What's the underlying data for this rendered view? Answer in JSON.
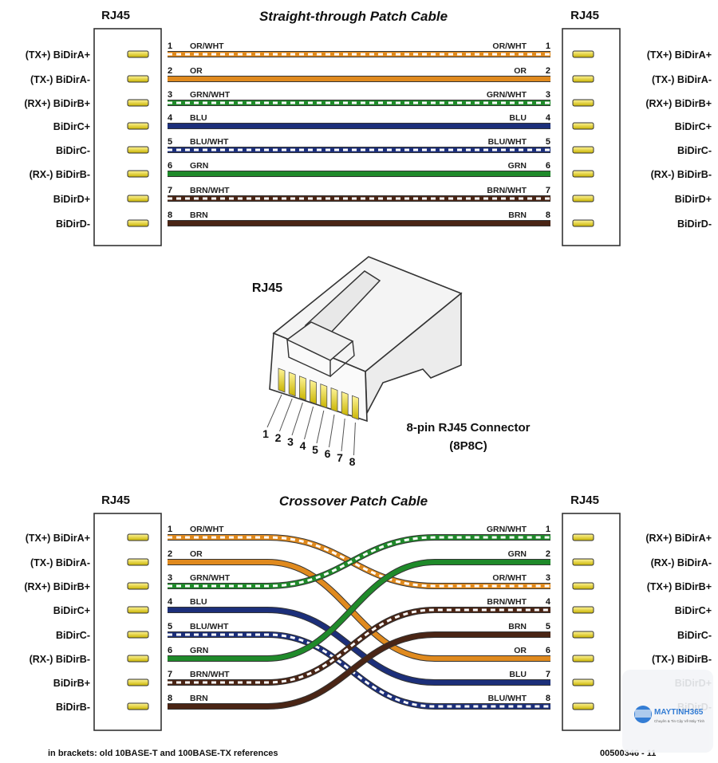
{
  "straight": {
    "title": "Straight-through Patch Cable",
    "left_header": "RJ45",
    "right_header": "RJ45",
    "left_signals": [
      "(TX+) BiDirA+",
      "(TX-) BiDirA-",
      "(RX+) BiDirB+",
      "BiDirC+",
      "BiDirC-",
      "(RX-) BiDirB-",
      "BiDirD+",
      "BiDirD-"
    ],
    "right_signals": [
      "(TX+) BiDirA+",
      "(TX-) BiDirA-",
      "(RX+) BiDirB+",
      "BiDirC+",
      "BiDirC-",
      "(RX-) BiDirB-",
      "BiDirD+",
      "BiDirD-"
    ],
    "wires": [
      {
        "pin": "1",
        "label": "OR/WHT",
        "rpin": "1",
        "rlabel": "OR/WHT",
        "color": "#e08a1e",
        "stripe": true
      },
      {
        "pin": "2",
        "label": "OR",
        "rpin": "2",
        "rlabel": "OR",
        "color": "#e08a1e",
        "stripe": false
      },
      {
        "pin": "3",
        "label": "GRN/WHT",
        "rpin": "3",
        "rlabel": "GRN/WHT",
        "color": "#1f8a2a",
        "stripe": true
      },
      {
        "pin": "4",
        "label": "BLU",
        "rpin": "4",
        "rlabel": "BLU",
        "color": "#1c2f7a",
        "stripe": false
      },
      {
        "pin": "5",
        "label": "BLU/WHT",
        "rpin": "5",
        "rlabel": "BLU/WHT",
        "color": "#1c2f7a",
        "stripe": true
      },
      {
        "pin": "6",
        "label": "GRN",
        "rpin": "6",
        "rlabel": "GRN",
        "color": "#1f8a2a",
        "stripe": false
      },
      {
        "pin": "7",
        "label": "BRN/WHT",
        "rpin": "7",
        "rlabel": "BRN/WHT",
        "color": "#4a2515",
        "stripe": true
      },
      {
        "pin": "8",
        "label": "BRN",
        "rpin": "8",
        "rlabel": "BRN",
        "color": "#4a2515",
        "stripe": false
      }
    ]
  },
  "connector": {
    "title": "RJ45",
    "caption_line1": "8-pin RJ45 Connector",
    "caption_line2": "(8P8C)",
    "pin_numbers": [
      "1",
      "2",
      "3",
      "4",
      "5",
      "6",
      "7",
      "8"
    ]
  },
  "crossover": {
    "title": "Crossover Patch Cable",
    "left_header": "RJ45",
    "right_header": "RJ45",
    "left_signals": [
      "(TX+) BiDirA+",
      "(TX-) BiDirA-",
      "(RX+) BiDirB+",
      "BiDirC+",
      "BiDirC-",
      "(RX-) BiDirB-",
      "BiDirB+",
      "BiDirB-"
    ],
    "right_signals": [
      "(RX+) BiDirA+",
      "(RX-) BiDirA-",
      "(TX+) BiDirB+",
      "BiDirC+",
      "BiDirC-",
      "(TX-) BiDirB-",
      "BiDirD+",
      "BiDirD-"
    ],
    "left_wires": [
      {
        "pin": "1",
        "label": "OR/WHT"
      },
      {
        "pin": "2",
        "label": "OR"
      },
      {
        "pin": "3",
        "label": "GRN/WHT"
      },
      {
        "pin": "4",
        "label": "BLU"
      },
      {
        "pin": "5",
        "label": "BLU/WHT"
      },
      {
        "pin": "6",
        "label": "GRN"
      },
      {
        "pin": "7",
        "label": "BRN/WHT"
      },
      {
        "pin": "8",
        "label": "BRN"
      }
    ],
    "right_wires": [
      {
        "pin": "1",
        "label": "GRN/WHT"
      },
      {
        "pin": "2",
        "label": "GRN"
      },
      {
        "pin": "3",
        "label": "OR/WHT"
      },
      {
        "pin": "4",
        "label": "BRN/WHT"
      },
      {
        "pin": "5",
        "label": "BRN"
      },
      {
        "pin": "6",
        "label": "OR"
      },
      {
        "pin": "7",
        "label": "BLU"
      },
      {
        "pin": "8",
        "label": "BLU/WHT"
      }
    ],
    "mapping": [
      3,
      6,
      1,
      7,
      8,
      2,
      4,
      5
    ]
  },
  "footer": {
    "note": "in brackets: old 10BASE-T and 100BASE-TX references",
    "code": "00500346 - 11"
  },
  "logo": {
    "brand": "MAYTINH365",
    "tagline": "Chuyên & Tin Cậy Về Máy Tính"
  }
}
